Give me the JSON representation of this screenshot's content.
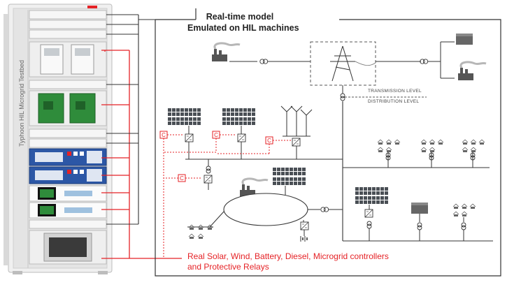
{
  "header": {
    "title_line1": "Real-time model",
    "title_line2": "Emulated on HIL machines"
  },
  "levels": {
    "transmission": "TRANSMISSION LEVEL",
    "distribution": "DISTRIBUTION LEVEL"
  },
  "caption": {
    "line1": "Real Solar, Wind, Battery, Diesel, Microgrid controllers",
    "line2": "and Protective Relays"
  },
  "rack": {
    "side_label": "Typhoon HIL  Microgrid Testbed"
  },
  "controller_tag": "C",
  "colors": {
    "accent_red": "#e52226",
    "line": "#333333",
    "rack": "#e9e9e9",
    "relay_blue": "#2c57a6",
    "board_green": "#2f8c3b"
  }
}
